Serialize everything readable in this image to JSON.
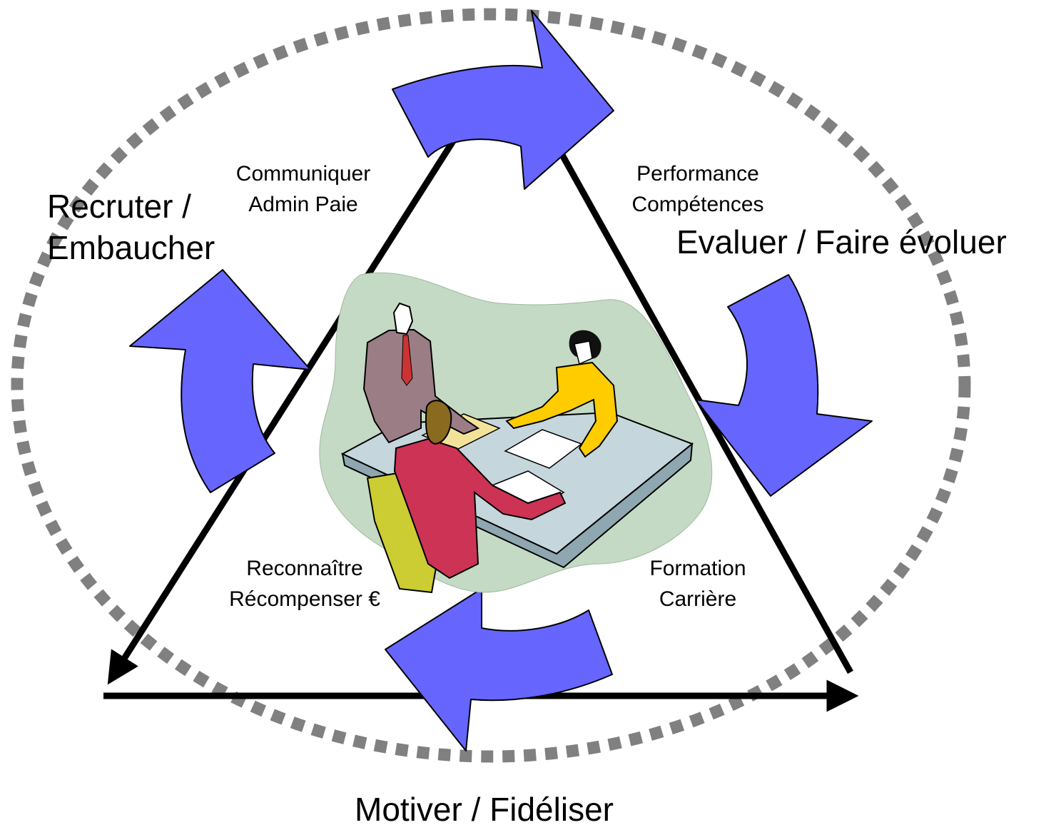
{
  "phases": {
    "recruter": {
      "line1": "Recruter /",
      "line2": "Embaucher"
    },
    "evaluer": {
      "title": "Evaluer / Faire évoluer"
    },
    "motiver": {
      "title": "Motiver / Fidéliser"
    }
  },
  "activities": {
    "top_left": {
      "line1": "Communiquer",
      "line2": "Admin Paie"
    },
    "top_right": {
      "line1": "Performance",
      "line2": "Compétences"
    },
    "bottom_left": {
      "line1": "Reconnaître",
      "line2": "Récompenser €"
    },
    "bottom_right": {
      "line1": "Formation",
      "line2": "Carrière"
    }
  },
  "colors": {
    "cycle_arrow": "#6666ff",
    "dotted_ring": "#808080",
    "triangle": "#000000",
    "clipart_backdrop": "#c4dac4"
  },
  "icons": {
    "center_clipart": "meeting-clipart-icon"
  }
}
